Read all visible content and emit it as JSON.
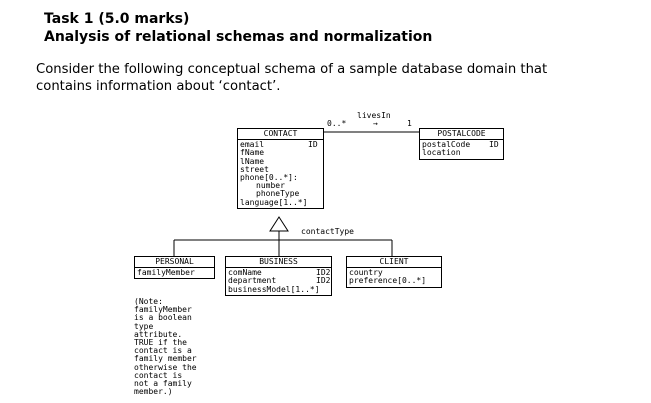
{
  "task": {
    "title": "Task 1 (5.0 marks)",
    "subtitle": "Analysis of relational schemas and normalization"
  },
  "intro": {
    "line1": "Consider the following conceptual schema of a sample database domain that",
    "line2": "contains information about ‘contact’."
  },
  "diagram": {
    "association": {
      "label": "livesIn",
      "arrow": "→",
      "mult_left": "0..*",
      "mult_right": "1"
    },
    "generalization_label": "contactType",
    "contact": {
      "name": "CONTACT",
      "id_label": "ID",
      "attrs": [
        "email",
        "fName",
        "lName",
        "street",
        "phone[0..*]:"
      ],
      "sub_attrs": [
        "number",
        "phoneType"
      ],
      "last_attr": "language[1..*]"
    },
    "postalcode": {
      "name": "POSTALCODE",
      "attr1": "postalCode",
      "attr1_key": "ID",
      "attr2": "location"
    },
    "personal": {
      "name": "PERSONAL",
      "attr1": "familyMember"
    },
    "business": {
      "name": "BUSINESS",
      "attr1": "comName",
      "attr1_key": "ID2",
      "attr2": "department",
      "attr2_key": "ID2",
      "attr3": "businessModel[1..*]"
    },
    "client": {
      "name": "CLIENT",
      "attr1": "country",
      "attr2": "preference[0..*]"
    },
    "note": [
      "(Note:",
      "familyMember",
      "is a boolean",
      "type",
      "attribute.",
      "TRUE if the",
      "contact is a",
      "family member",
      "otherwise the",
      "contact is",
      "not a family",
      "member.)"
    ]
  }
}
